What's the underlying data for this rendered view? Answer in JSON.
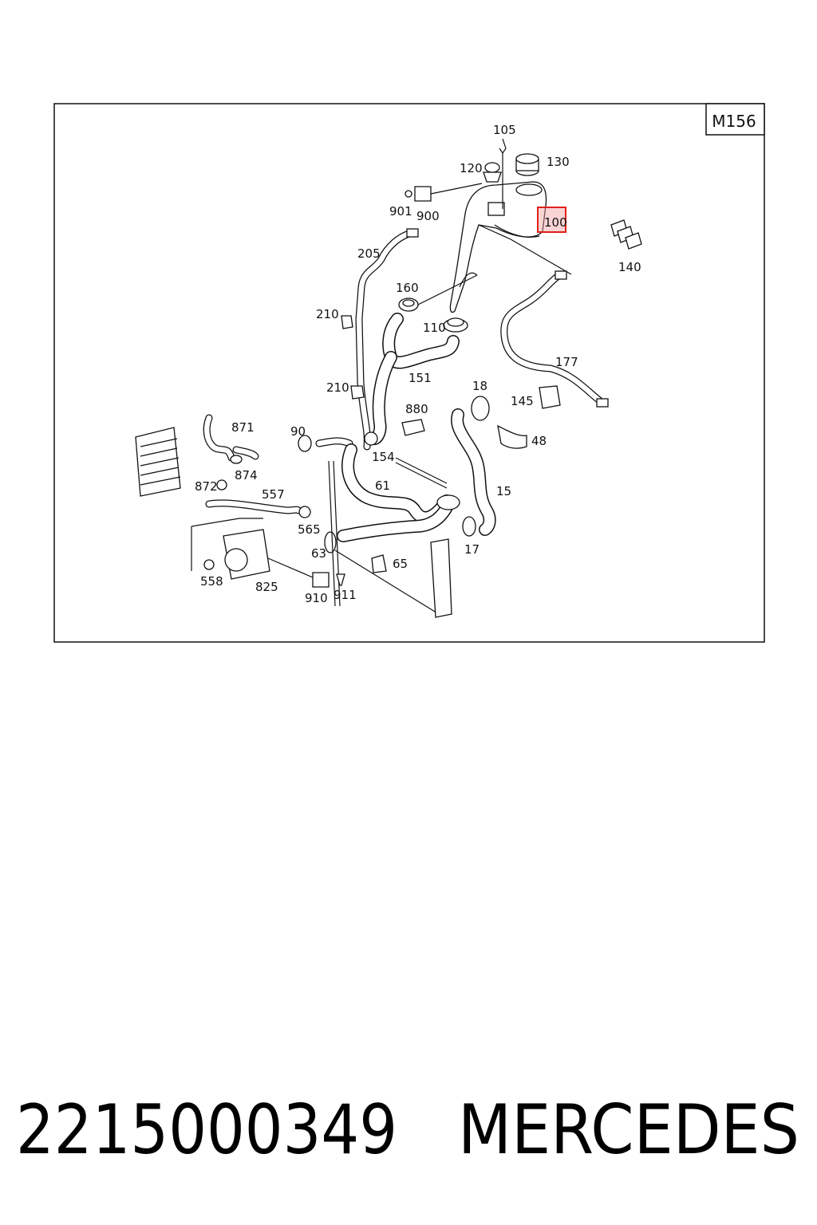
{
  "diagram": {
    "group_code": "M156",
    "highlighted_part": "100",
    "highlight_color": "#e0201a",
    "labels": {
      "p105": "105",
      "p120": "120",
      "p130": "130",
      "p901": "901",
      "p900": "900",
      "p100": "100",
      "p140": "140",
      "p205": "205",
      "p160": "160",
      "p210a": "210",
      "p110": "110",
      "p177": "177",
      "p151": "151",
      "p210b": "210",
      "p18": "18",
      "p145": "145",
      "p880": "880",
      "p871": "871",
      "p90": "90",
      "p48": "48",
      "p154": "154",
      "p874": "874",
      "p872": "872",
      "p61": "61",
      "p15": "15",
      "p557": "557",
      "p565": "565",
      "p63": "63",
      "p17": "17",
      "p65": "65",
      "p558": "558",
      "p825": "825",
      "p910": "910",
      "p911": "911"
    }
  },
  "footer": {
    "part_number": "2215000349",
    "brand": "MERCEDES"
  }
}
